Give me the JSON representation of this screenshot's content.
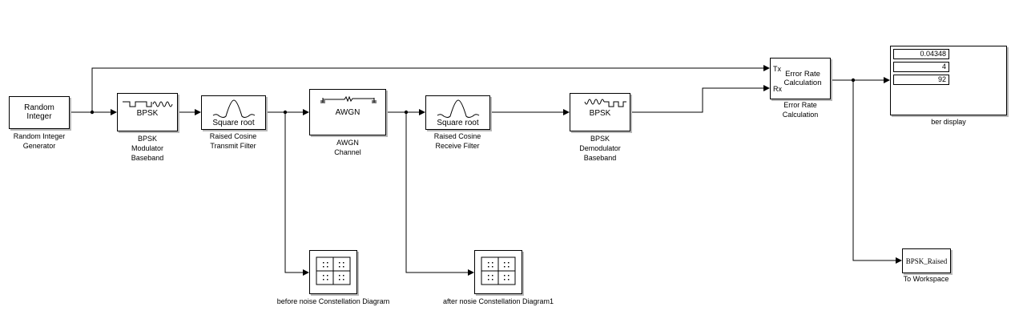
{
  "blocks": {
    "random_integer": {
      "label": "Random Integer",
      "caption": "Random Integer\nGenerator"
    },
    "bpsk_mod": {
      "label": "BPSK",
      "caption": "BPSK\nModulator\nBaseband"
    },
    "rc_tx": {
      "label": "Square root",
      "caption": "Raised Cosine\nTransmit Filter"
    },
    "awgn": {
      "label": "AWGN",
      "caption": "AWGN\nChannel"
    },
    "rc_rx": {
      "label": "Square root",
      "caption": "Raised Cosine\nReceive Filter"
    },
    "bpsk_demod": {
      "label": "BPSK",
      "caption": "BPSK\nDemodulator\nBaseband"
    },
    "error_rate": {
      "label": "Error Rate Calculation",
      "port_tx": "Tx",
      "port_rx": "Rx",
      "caption": "Error Rate\nCalculation"
    },
    "ber_display": {
      "values": [
        "0.04348",
        "4",
        "92"
      ],
      "caption": "ber display"
    },
    "const_before": {
      "caption": "before noise Constellation Diagram"
    },
    "const_after": {
      "caption": "after nosie Constellation Diagram1"
    },
    "to_workspace": {
      "label": "BPSK_Raised",
      "caption": "To Workspace"
    }
  }
}
